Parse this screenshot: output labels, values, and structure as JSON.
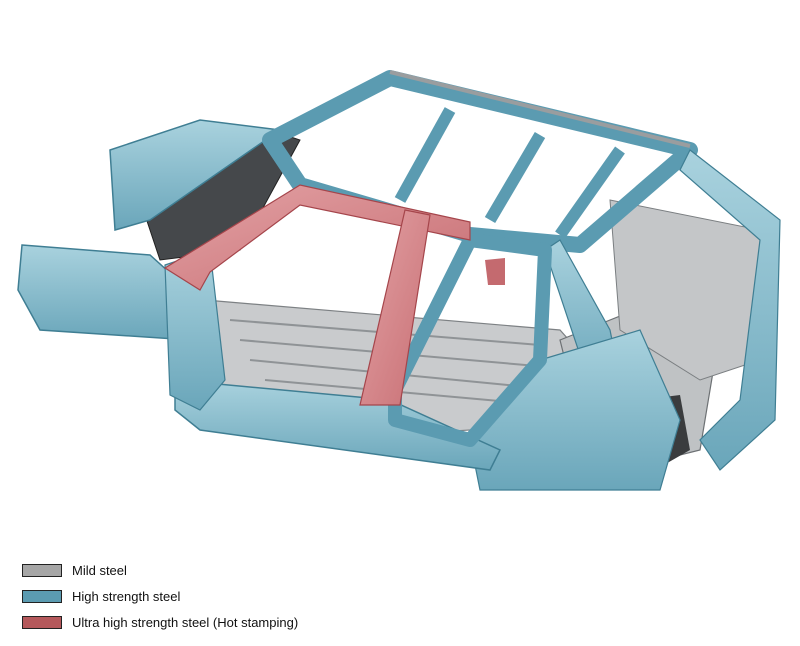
{
  "legend": {
    "items": [
      {
        "label": "Mild steel",
        "color": "#a6a6a6"
      },
      {
        "label": "High strength steel",
        "color": "#5b9bb1"
      },
      {
        "label": "Ultra high strength steel (Hot stamping)",
        "color": "#b5585b"
      }
    ]
  },
  "colors": {
    "mild_fill": "#b5b8ba",
    "mild_dark": "#3a3c3e",
    "high_fill": "#7fb6c8",
    "high_light": "#a9d2de",
    "high_edge": "#3f7e93",
    "ultra_fill": "#d98a8e",
    "ultra_edge": "#a5454b"
  }
}
